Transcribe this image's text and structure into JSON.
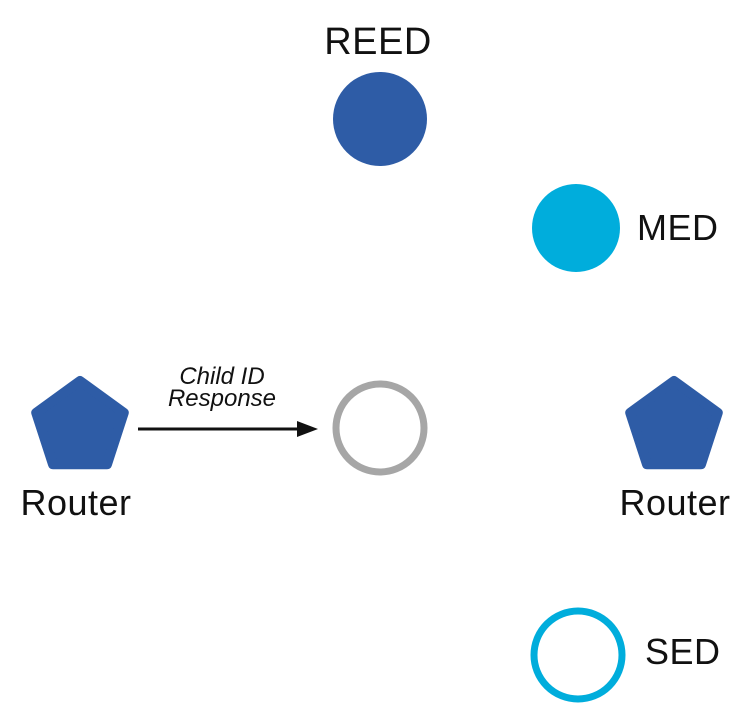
{
  "diagram": {
    "title": "thread-device-roles-topology",
    "nodes": {
      "reed": {
        "label": "REED",
        "shape": "filled-circle"
      },
      "med": {
        "label": "MED",
        "shape": "filled-circle"
      },
      "joining": {
        "label": "",
        "shape": "outlined-circle"
      },
      "sed": {
        "label": "SED",
        "shape": "outlined-circle"
      },
      "router_left": {
        "label": "Router",
        "shape": "pentagon"
      },
      "router_right": {
        "label": "Router",
        "shape": "pentagon"
      }
    },
    "message": {
      "line1": "Child ID",
      "line2": "Response"
    },
    "colors": {
      "router_blue": "#2E5CA6",
      "end_device_cyan": "#00ADDC",
      "inactive_gray": "#A6A6A6",
      "arrow_black": "#111111"
    }
  }
}
